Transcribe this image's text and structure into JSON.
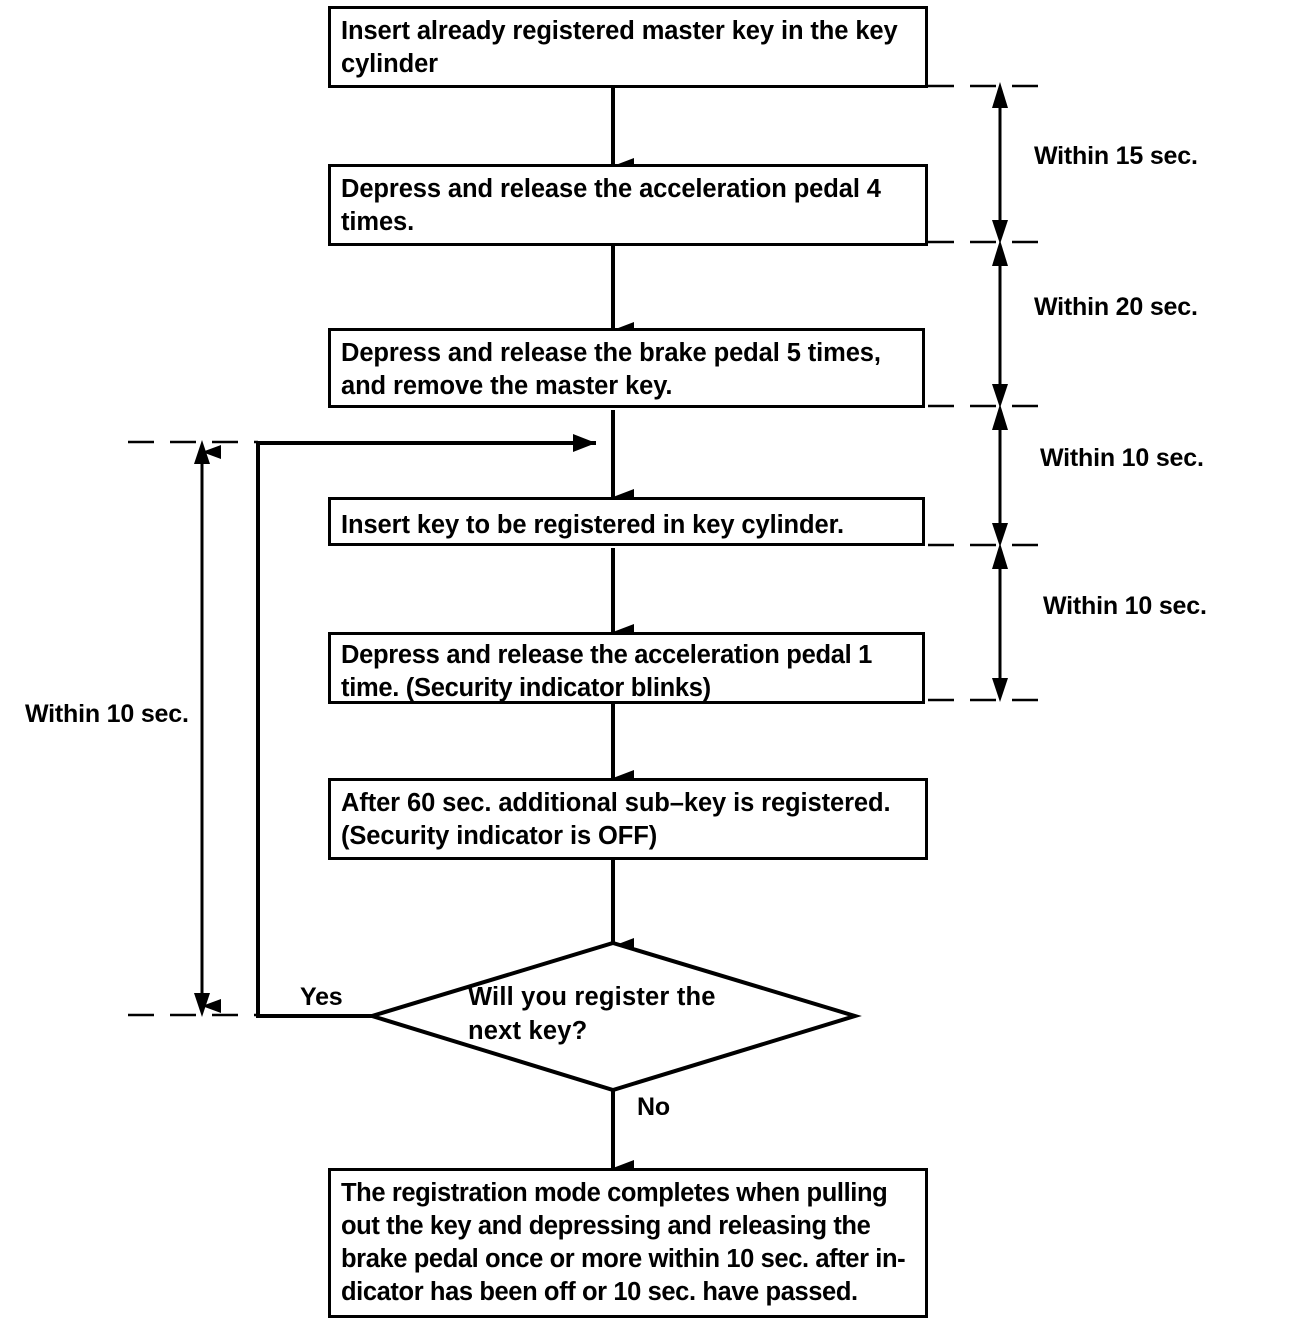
{
  "diagram": {
    "title": "Key registration procedure flowchart",
    "type": "flowchart",
    "stroke_color": "#000000",
    "background_color": "#ffffff"
  },
  "nodes": [
    {
      "id": "step1",
      "shape": "process",
      "text": "Insert already registered master key in the key\ncylinder"
    },
    {
      "id": "step2",
      "shape": "process",
      "text": "Depress and release the acceleration pedal 4\ntimes."
    },
    {
      "id": "step3",
      "shape": "process",
      "text": "Depress and release the brake pedal 5 times,\nand remove the master key."
    },
    {
      "id": "step4",
      "shape": "process",
      "text": "Insert key to be registered in key cylinder."
    },
    {
      "id": "step5",
      "shape": "process",
      "text": "Depress and release the acceleration pedal 1\ntime. (Security indicator blinks)"
    },
    {
      "id": "step6",
      "shape": "process",
      "text": "After 60 sec. additional sub–key is registered.\n(Security indicator is OFF)"
    },
    {
      "id": "decision",
      "shape": "diamond",
      "text": "Will  you  register  the\nnext key?"
    },
    {
      "id": "step7",
      "shape": "process",
      "text": "The registration mode completes when pulling\nout the key and depressing and releasing the\nbrake pedal once or more within 10 sec. after in-\ndicator has been off or 10 sec. have passed."
    }
  ],
  "branch_labels": {
    "yes": "Yes",
    "no": "No"
  },
  "timing_annotations": {
    "right": [
      {
        "id": "t1",
        "label": "Within 15 sec."
      },
      {
        "id": "t2",
        "label": "Within 20 sec."
      },
      {
        "id": "t3",
        "label": "Within 10 sec."
      },
      {
        "id": "t4",
        "label": "Within 10 sec."
      }
    ],
    "left": [
      {
        "id": "t5",
        "label": "Within 10 sec."
      }
    ]
  }
}
